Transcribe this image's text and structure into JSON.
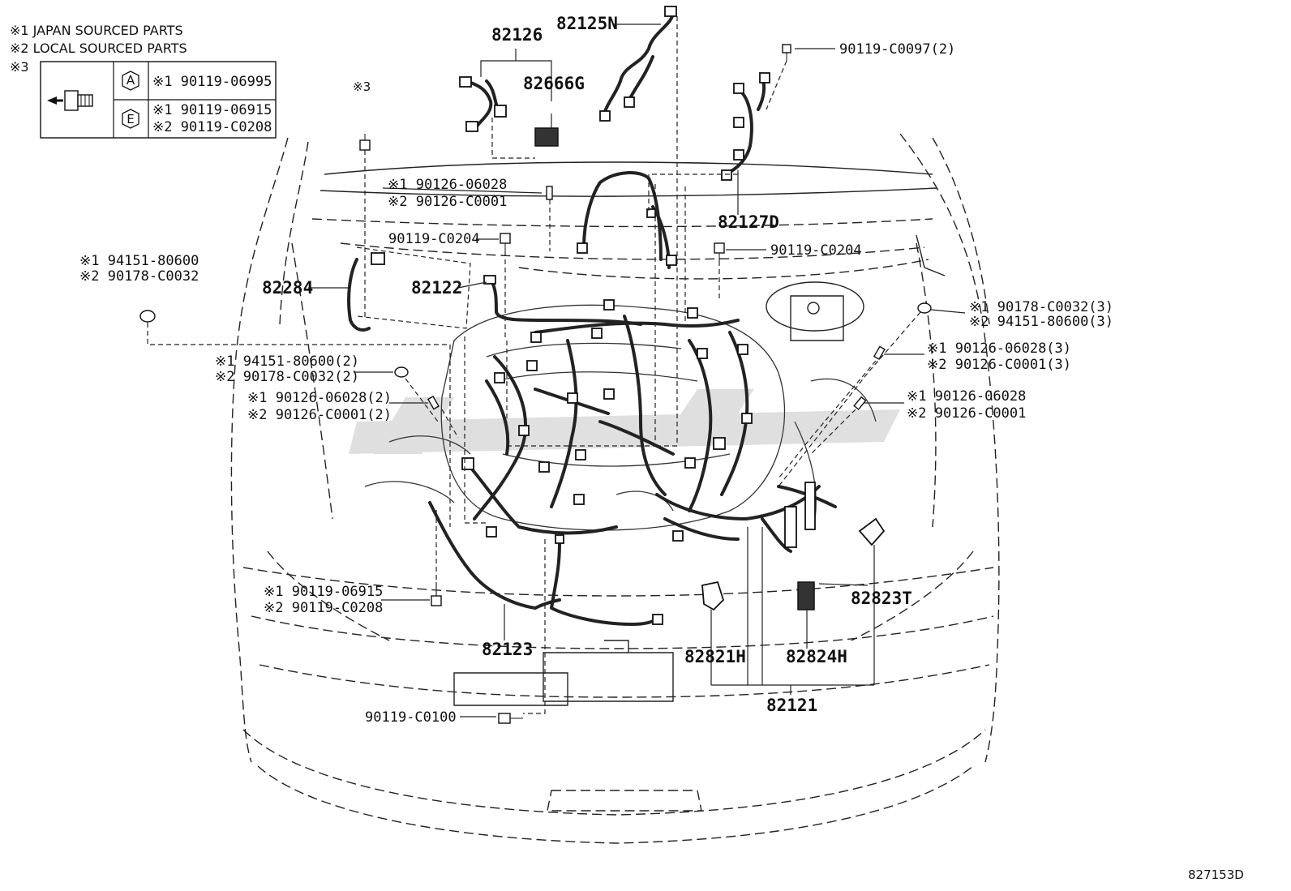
{
  "legend": {
    "note1": "※1 JAPAN SOURCED PARTS",
    "note2": "※2 LOCAL SOURCED PARTS",
    "note3": "※3",
    "row_a": {
      "symbol": "A",
      "part": "※1 90119-06995"
    },
    "row_e": {
      "symbol": "E",
      "part1": "※1 90119-06915",
      "part2": "※2 90119-C0208"
    }
  },
  "labels": {
    "p82126": "82126",
    "p82125N": "82125N",
    "p82666G": "82666G",
    "p90119_C0097": "90119-C0097(2)",
    "note3_small": "※3",
    "p90126_06028_a": "※1 90126-06028",
    "p90126_C0001_a": "※2 90126-C0001",
    "p82127D": "82127D",
    "p90119_C0204_l": "90119-C0204",
    "p90119_C0204_r": "90119-C0204",
    "p94151_80600": "※1 94151-80600",
    "p90178_C0032": "※2 90178-C0032",
    "p82284": "82284",
    "p82122": "82122",
    "p90178_C0032_3": "※1 90178-C0032(3)",
    "p94151_80600_3": "※2 94151-80600(3)",
    "p94151_80600_2": "※1 94151-80600(2)",
    "p90178_C0032_2": "※2 90178-C0032(2)",
    "p90126_06028_3": "※1 90126-06028(3)",
    "p90126_C0001_3": "※2 90126-C0001(3)",
    "p90126_06028_2": "※1 90126-06028(2)",
    "p90126_C0001_2": "※2 90126-C0001(2)",
    "p90126_06028_b": "※1 90126-06028",
    "p90126_C0001_b": "※2 90126-C0001",
    "p90119_06915": "※1 90119-06915",
    "p90119_C0208": "※2 90119-C0208",
    "p82823T": "82823T",
    "p82123": "82123",
    "p82821H": "82821H",
    "p82824H": "82824H",
    "p90119_C0100": "90119-C0100",
    "p82121": "82121",
    "diagram_id": "827153D"
  }
}
